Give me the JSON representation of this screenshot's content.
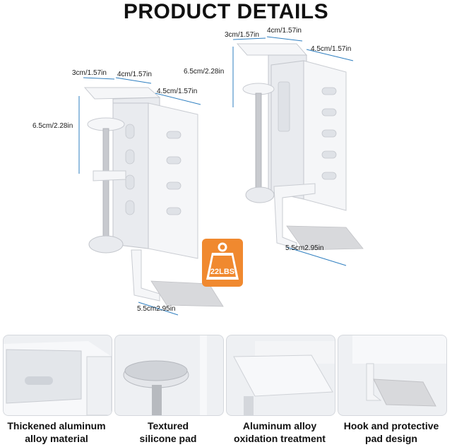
{
  "title": "PRODUCT DETAILS",
  "left_dims": {
    "top_depth": "3cm/1.57in",
    "top_width": "4cm/1.57in",
    "side_width": "4.5cm/1.57in",
    "height": "6.5cm/2.28in",
    "hook": "5.5cm2.95in"
  },
  "right_dims": {
    "top_depth": "3cm/1.57in",
    "top_width": "4cm/1.57in",
    "side_width": "4.5cm/1.57in",
    "height": "6.5cm/2.28in",
    "hook": "5.5cm2.95in"
  },
  "badge": {
    "label": "22LBS",
    "icon": "weight-icon",
    "color": "#f0892f"
  },
  "features": [
    {
      "line1": "Thickened aluminum",
      "line2": "alloy material"
    },
    {
      "line1": "Textured",
      "line2": "silicone pad"
    },
    {
      "line1": "Aluminum alloy",
      "line2": "oxidation treatment"
    },
    {
      "line1": "Hook and protective",
      "line2": "pad design"
    }
  ],
  "colors": {
    "dimension_line": "#2f7fc0",
    "badge": "#f0892f"
  }
}
